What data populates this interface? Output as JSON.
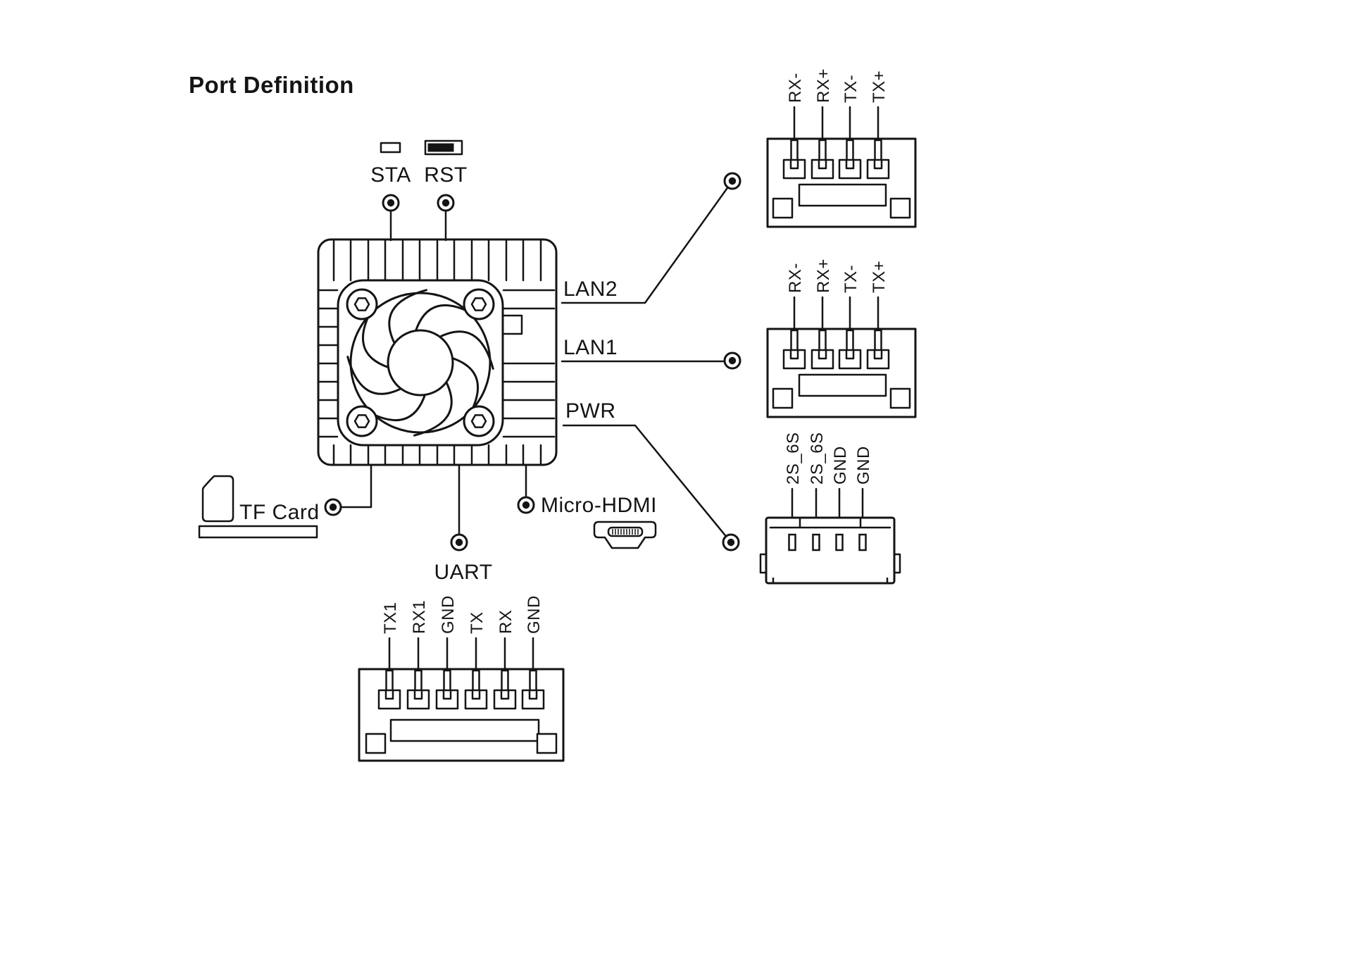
{
  "title": "Port Definition",
  "labels": {
    "sta": "STA",
    "rst": "RST",
    "lan2": "LAN2",
    "lan1": "LAN1",
    "pwr": "PWR",
    "tf_card": "TF Card",
    "uart": "UART",
    "micro_hdmi": "Micro-HDMI"
  },
  "connectors": {
    "lan2": {
      "name": "LAN2",
      "pins": [
        "RX-",
        "RX+",
        "TX-",
        "TX+"
      ]
    },
    "lan1": {
      "name": "LAN1",
      "pins": [
        "RX-",
        "RX+",
        "TX-",
        "TX+"
      ]
    },
    "pwr": {
      "name": "PWR",
      "pins": [
        "2S_6S",
        "2S_6S",
        "GND",
        "GND"
      ]
    },
    "uart": {
      "name": "UART",
      "pins": [
        "TX1",
        "RX1",
        "GND",
        "TX",
        "RX",
        "GND"
      ]
    }
  },
  "colors": {
    "line": "#141414",
    "background": "#ffffff"
  }
}
